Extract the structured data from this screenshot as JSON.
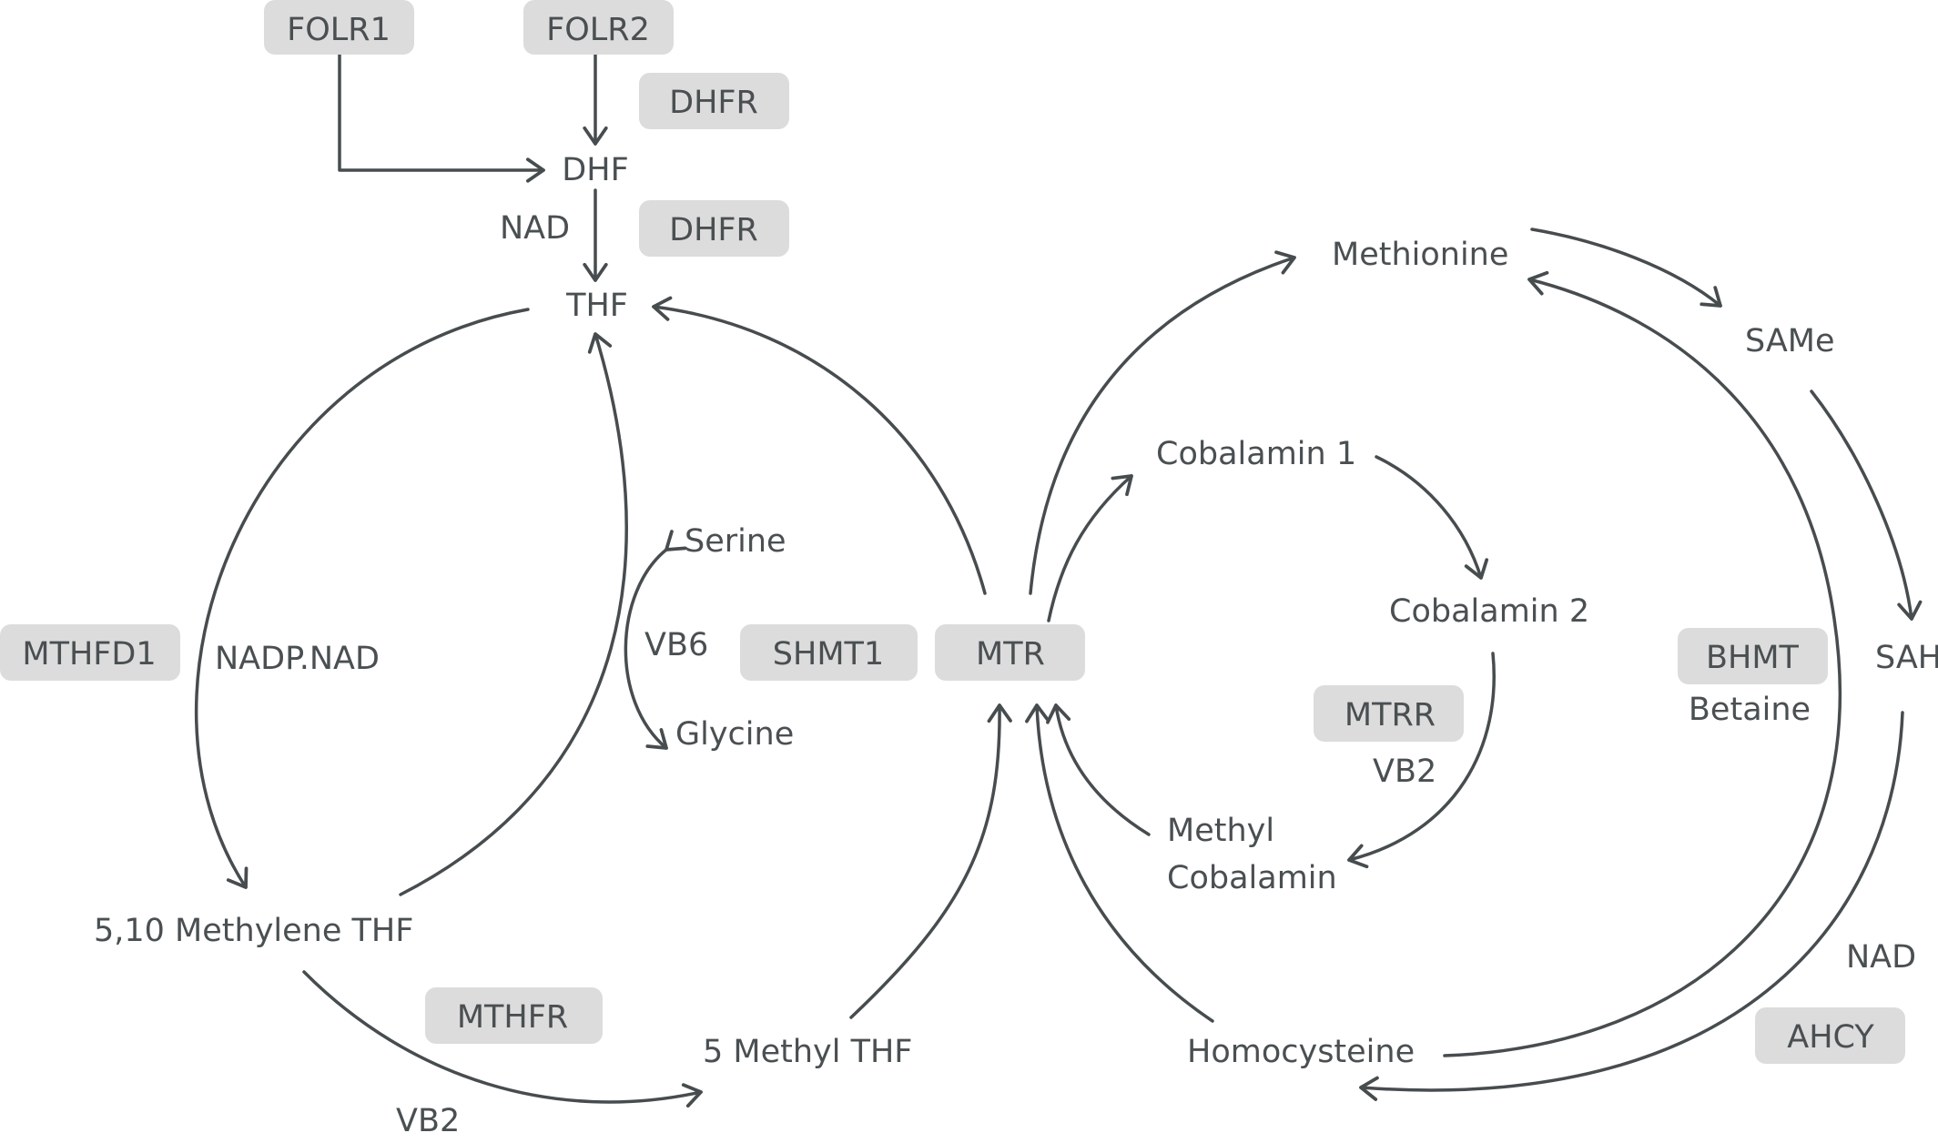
{
  "metabolites": {
    "dhf": "DHF",
    "thf": "THF",
    "serine": "Serine",
    "glycine": "Glycine",
    "methylene_thf": "5,10 Methylene THF",
    "methyl_thf": "5 Methyl THF",
    "methionine": "Methionine",
    "same": "SAMe",
    "sah": "SAH",
    "homocysteine": "Homocysteine",
    "cobalamin_1": "Cobalamin 1",
    "cobalamin_2": "Cobalamin 2",
    "methyl_cobalamin_line1": "Methyl",
    "methyl_cobalamin_line2": "Cobalamin",
    "betaine": "Betaine"
  },
  "cofactors": {
    "nad_top": "NAD",
    "nadp_nad": "NADP.NAD",
    "vb6": "VB6",
    "vb2_left": "VB2",
    "vb2_right": "VB2",
    "nad_right": "NAD"
  },
  "enzymes": {
    "folr1": "FOLR1",
    "folr2": "FOLR2",
    "dhfr_1": "DHFR",
    "dhfr_2": "DHFR",
    "mthfd1": "MTHFD1",
    "shmt1": "SHMT1",
    "mtr": "MTR",
    "mthfr": "MTHFR",
    "mtrr": "MTRR",
    "bhmt": "BHMT",
    "ahcy": "AHCY"
  },
  "colors": {
    "line": "#474c4f",
    "text": "#4a4f52",
    "enzyme_fill": "#dcdcdc",
    "background": "#ffffff"
  }
}
